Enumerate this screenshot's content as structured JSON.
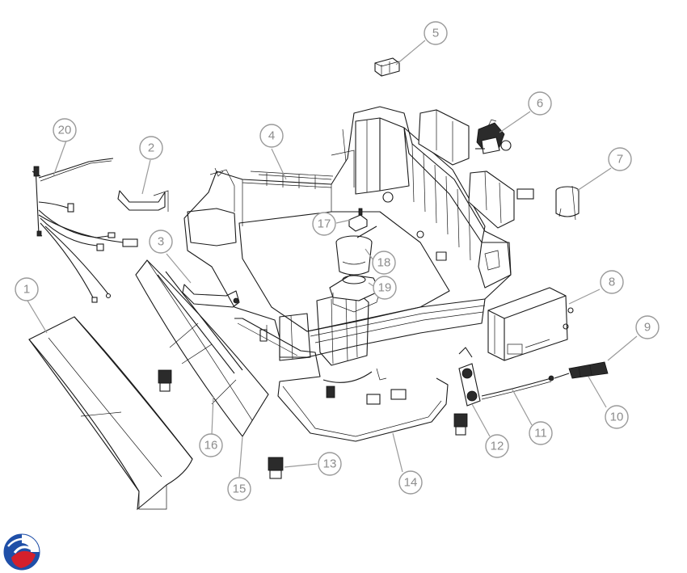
{
  "diagram": {
    "callouts": [
      {
        "id": "callout-1",
        "label": "1"
      },
      {
        "id": "callout-2",
        "label": "2"
      },
      {
        "id": "callout-3",
        "label": "3"
      },
      {
        "id": "callout-4",
        "label": "4"
      },
      {
        "id": "callout-5",
        "label": "5"
      },
      {
        "id": "callout-6",
        "label": "6"
      },
      {
        "id": "callout-7",
        "label": "7"
      },
      {
        "id": "callout-8",
        "label": "8"
      },
      {
        "id": "callout-9",
        "label": "9"
      },
      {
        "id": "callout-10",
        "label": "10"
      },
      {
        "id": "callout-11",
        "label": "11"
      },
      {
        "id": "callout-12",
        "label": "12"
      },
      {
        "id": "callout-13",
        "label": "13"
      },
      {
        "id": "callout-14",
        "label": "14"
      },
      {
        "id": "callout-15",
        "label": "15"
      },
      {
        "id": "callout-16",
        "label": "16"
      },
      {
        "id": "callout-17",
        "label": "17"
      },
      {
        "id": "callout-18",
        "label": "18"
      },
      {
        "id": "callout-19",
        "label": "19"
      },
      {
        "id": "callout-20",
        "label": "20"
      }
    ],
    "logo": {
      "name": "brand-logo",
      "colors": [
        "#1f4fa8",
        "#d4202c"
      ]
    }
  }
}
